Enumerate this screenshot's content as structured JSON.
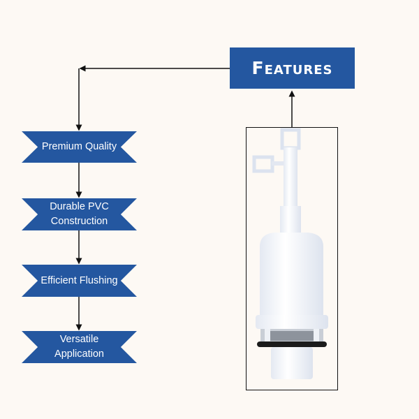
{
  "title": {
    "label": "Features"
  },
  "features": [
    {
      "label": "Premium Quality"
    },
    {
      "label": "Durable PVC Construction",
      "lines": [
        "Durable PVC",
        "Construction"
      ]
    },
    {
      "label": "Efficient Flushing"
    },
    {
      "label": "Versatile Application",
      "lines": [
        "Versatile",
        "Application"
      ]
    }
  ],
  "product_image": {
    "subject": "white plastic toilet flush valve with two square pull tabs, cylindrical float body, black rubber seal and threaded base"
  },
  "colors": {
    "background": "#fdf9f4",
    "accent": "#2457a0",
    "text_on_accent": "#ffffff",
    "connector": "#111111"
  }
}
